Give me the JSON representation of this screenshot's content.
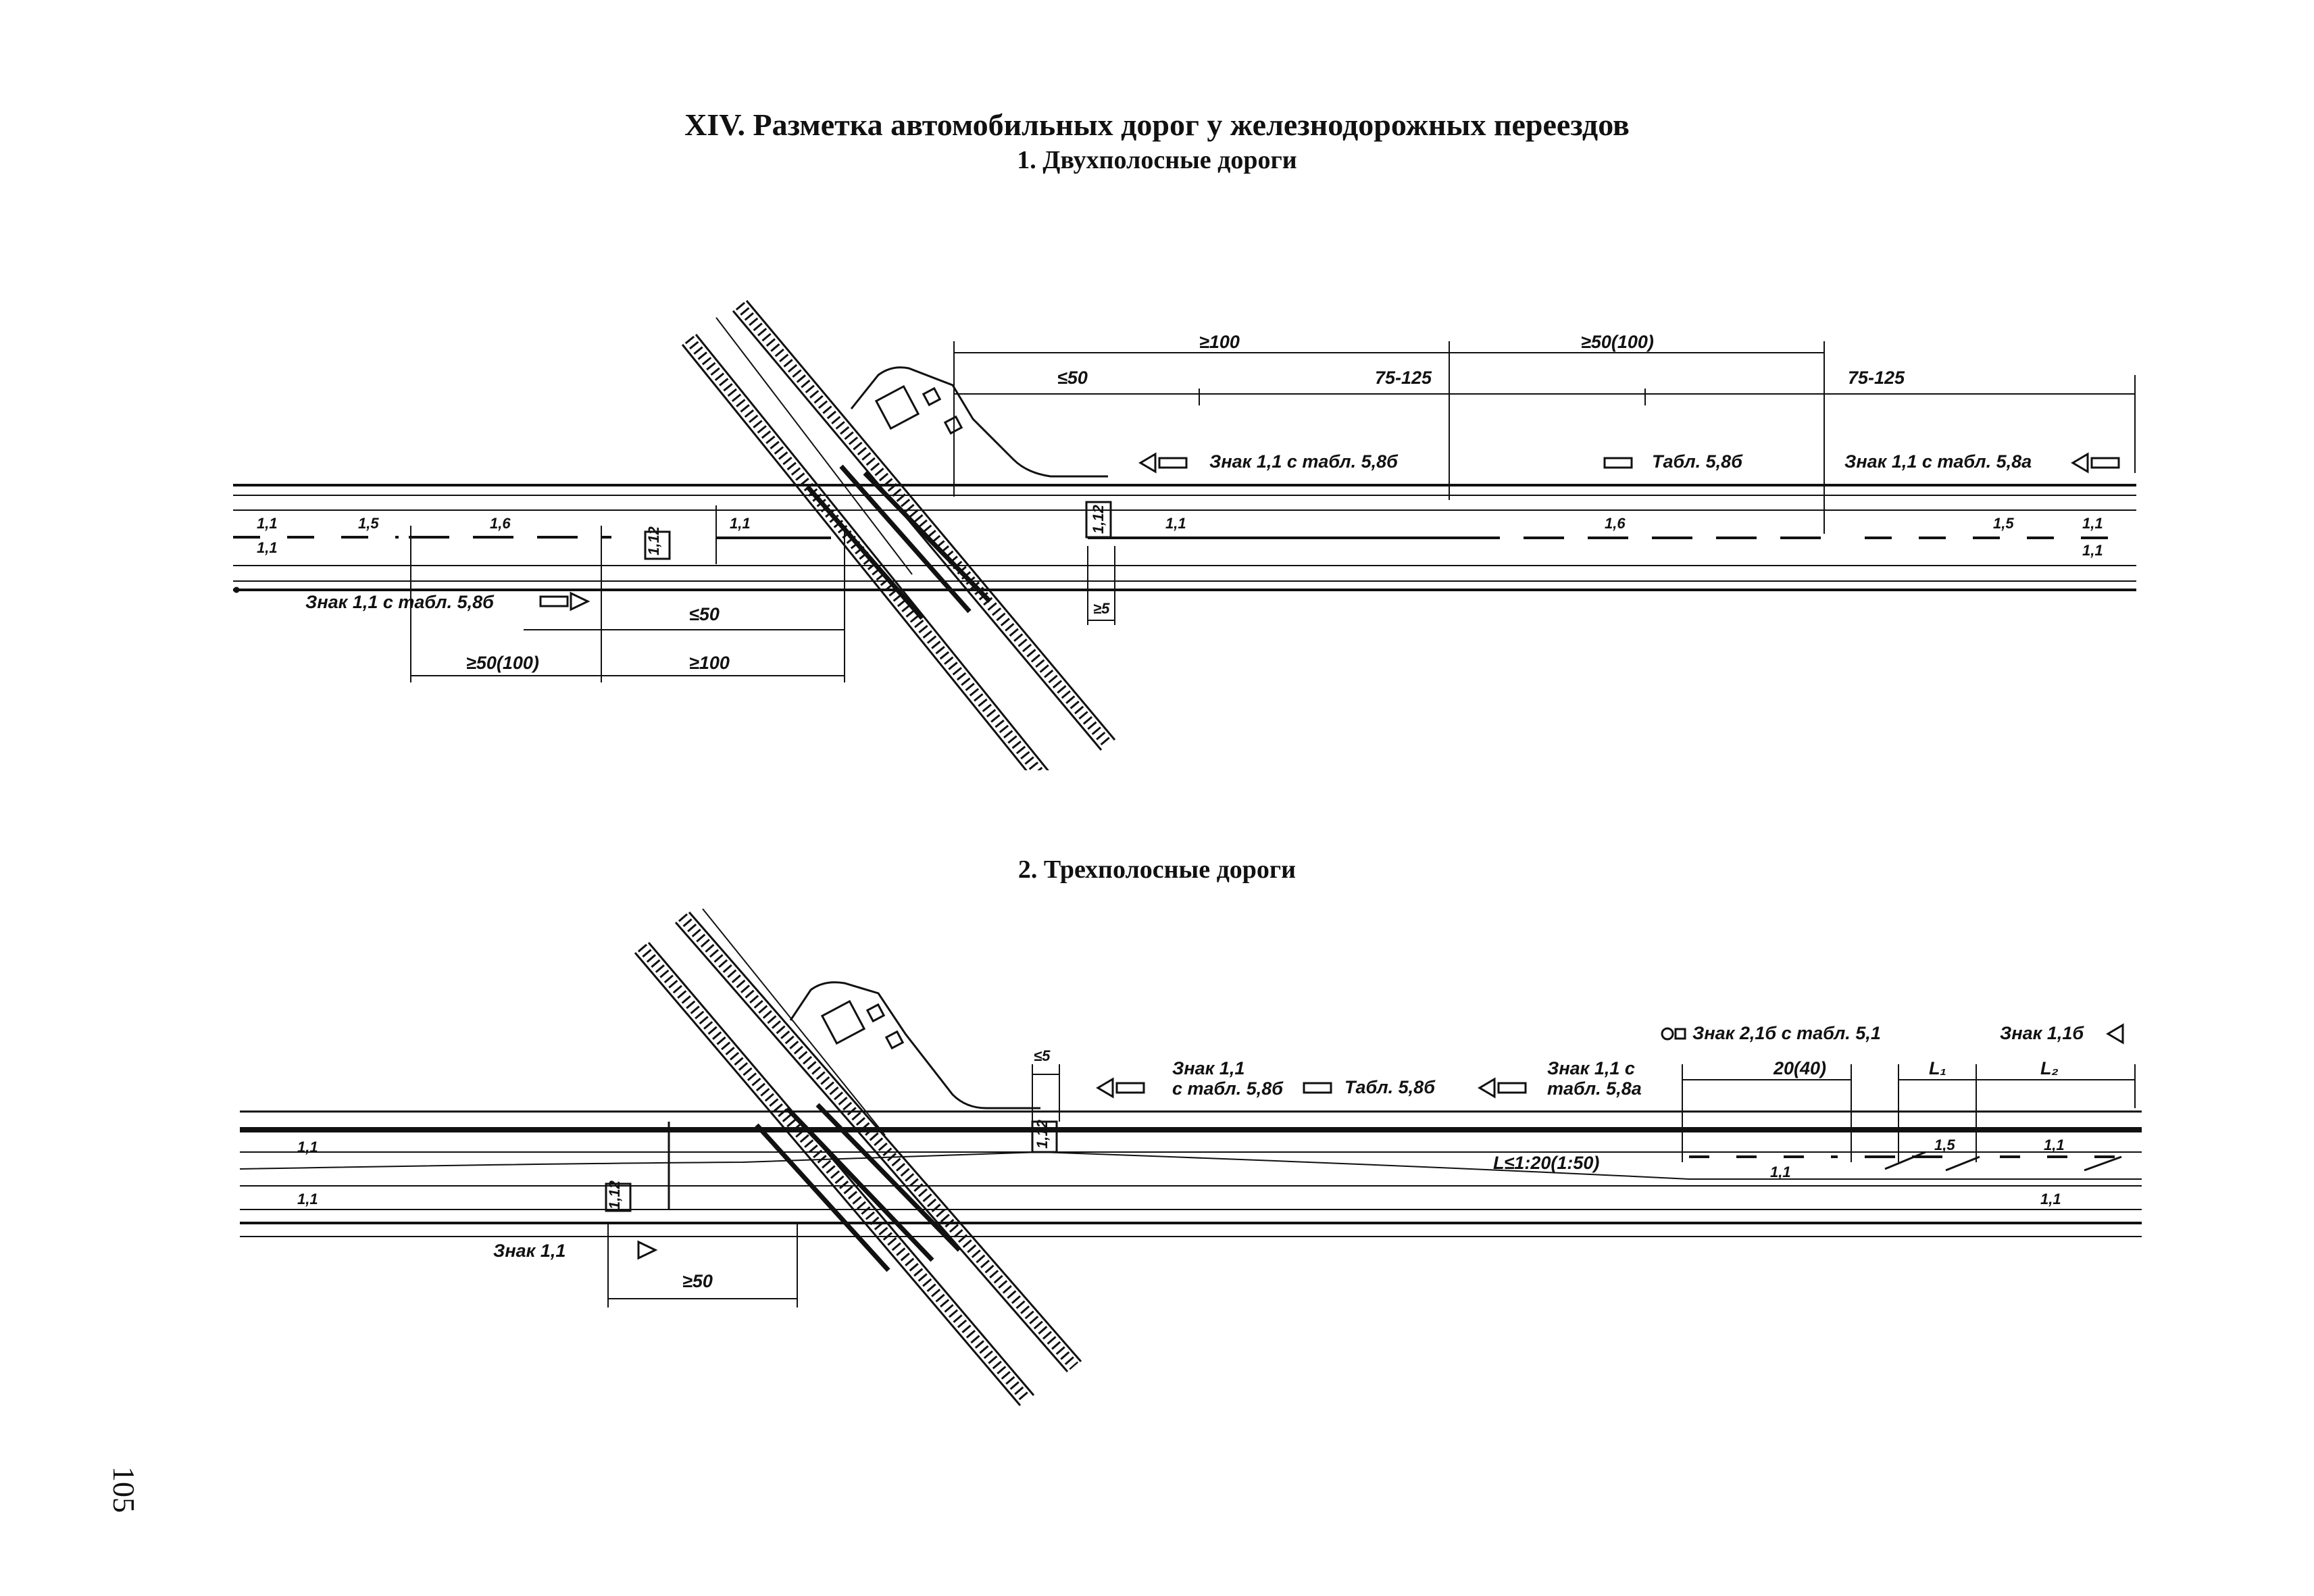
{
  "header": {
    "title": "XIV. Разметка автомобильных дорог у железнодорожных переездов",
    "subtitle_1": "1. Двухполосные дороги",
    "subtitle_2": "2. Трехполосные дороги"
  },
  "diagram1": {
    "dim_top_100": "≥100",
    "dim_top_50_100": "≥50(100)",
    "dim_le50": "≤50",
    "dim_75_125_a": "75-125",
    "dim_75_125_b": "75-125",
    "sign_right_1": "Знак 1,1 с табл. 5,8б",
    "sign_right_2": "Табл. 5,8б",
    "sign_right_3": "Знак 1,1 с табл. 5,8а",
    "line_1_1_a": "1,1",
    "line_1_1_b": "1,1",
    "line_1_5_left": "1,5",
    "line_1_6_left": "1,6",
    "line_1_1_mid": "1,1",
    "line_1_12_a": "1,12",
    "line_1_12_b": "1,12",
    "line_1_1_after": "1,1",
    "line_1_6_right": "1,6",
    "line_1_5_right": "1,5",
    "line_1_1_r1": "1,1",
    "line_1_1_r2": "1,1",
    "sign_left": "Знак 1,1 с табл. 5,8б",
    "dim_ge5": "≥5",
    "dim_le50_bottom": "≤50",
    "dim_50_100_bottom": "≥50(100)",
    "dim_100_bottom": "≥100"
  },
  "diagram2": {
    "sign_2_1b": "Знак 2,1б с табл. 5,1",
    "sign_1_1b": "Знак 1,1б",
    "dim_le5": "≤5",
    "sign_1_1_tab58b_a": "Знак 1,1",
    "sign_1_1_tab58b_b": "с табл. 5,8б",
    "tab_58b": "Табл. 5,8б",
    "sign_1_1_tab58a_a": "Знак 1,1 с",
    "sign_1_1_tab58a_b": "табл. 5,8а",
    "dim_20_40": "20(40)",
    "dim_L1": "L₁",
    "dim_L2": "L₂",
    "line_1_1_left_top": "1,1",
    "line_1_1_left_bottom": "1,1",
    "line_1_12_a": "1,12",
    "line_1_12_b": "1,12",
    "taper": "L≤1:20(1:50)",
    "line_1_1_r_a": "1,1",
    "line_1_5": "1,5",
    "line_1_1_r_b": "1,1",
    "line_1_1_r_c": "1,1",
    "sign_left": "Знак 1,1",
    "dim_ge50": "≥50"
  },
  "footer": {
    "page_number": "105"
  }
}
